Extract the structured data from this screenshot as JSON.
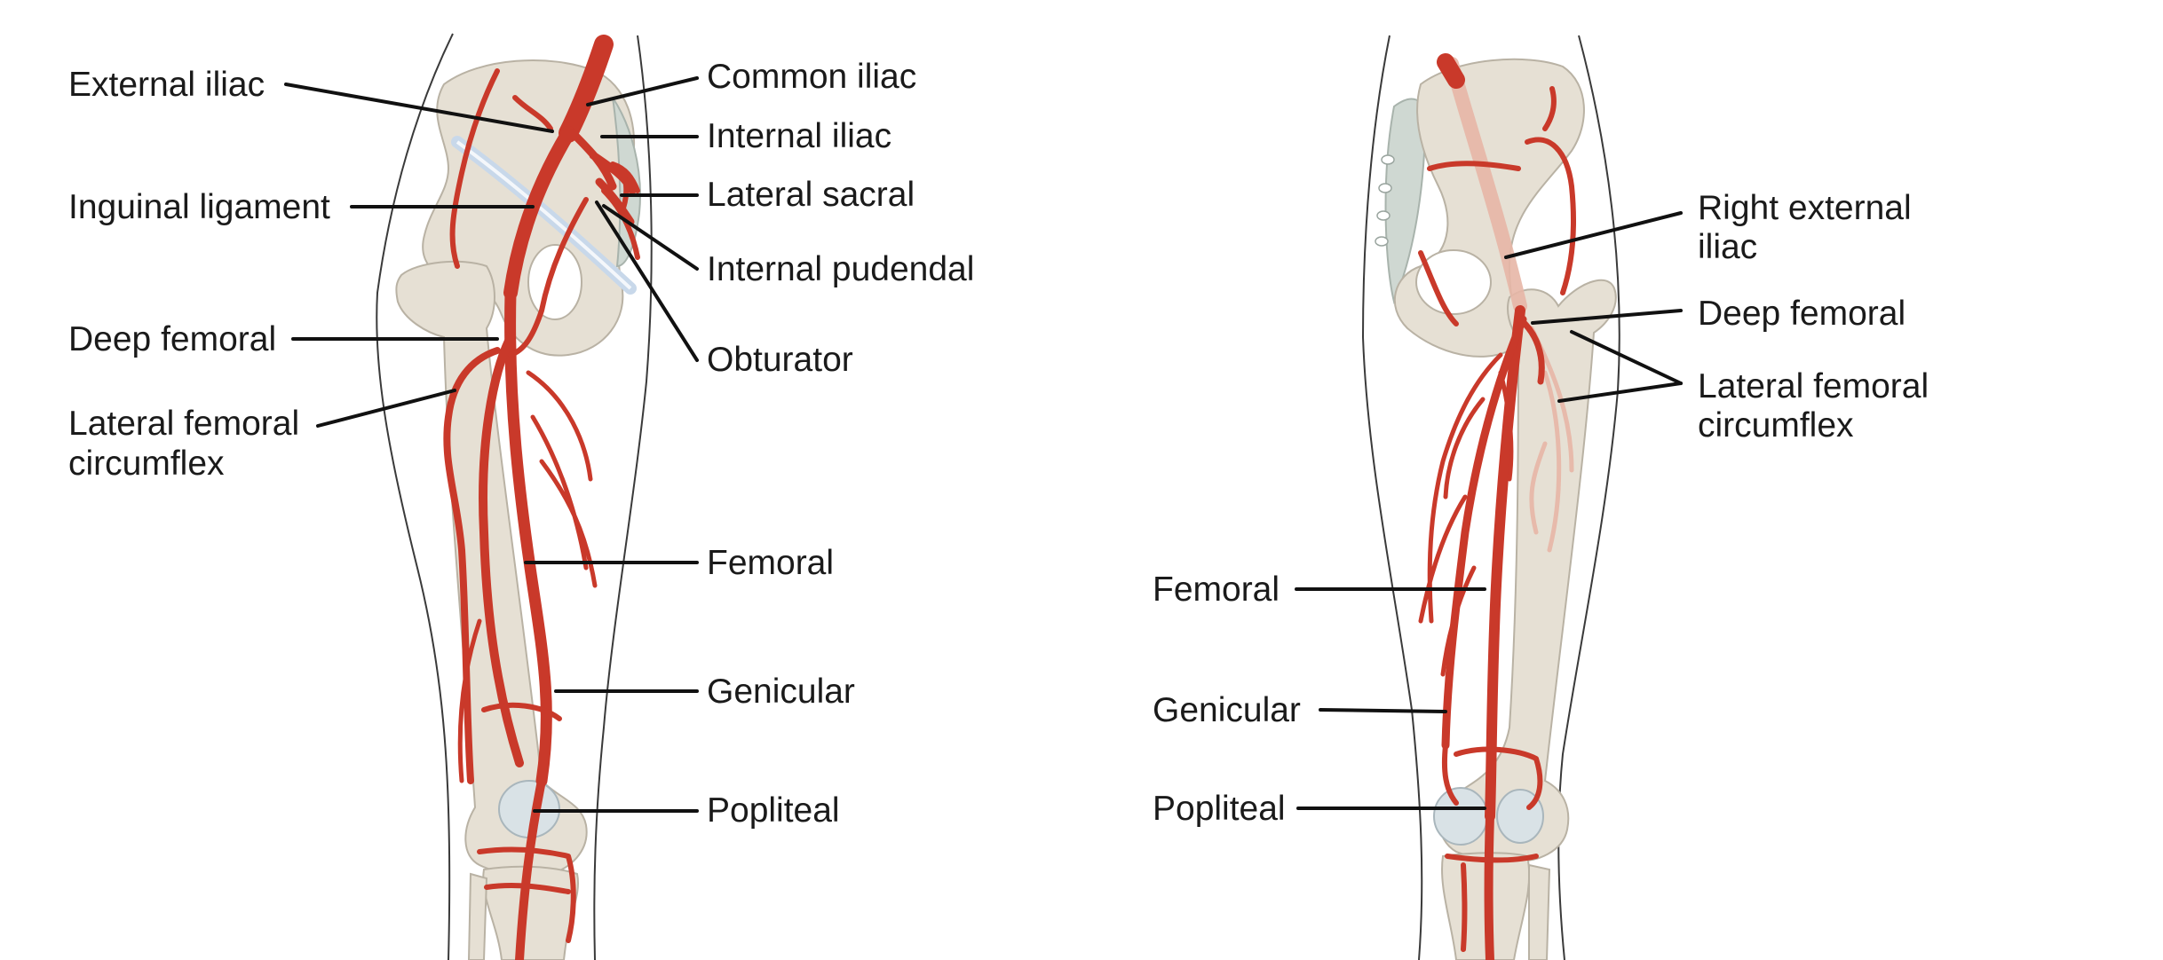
{
  "colors": {
    "artery": "#c9392a",
    "bone": "#e6e0d4",
    "ligament": "#c8d8ea",
    "leader": "#111111"
  },
  "left_figure": {
    "labels": {
      "external_iliac": "External iliac",
      "inguinal_ligament": "Inguinal ligament",
      "deep_femoral": "Deep femoral",
      "lateral_femoral_circumflex_1": "Lateral femoral",
      "lateral_femoral_circumflex_2": "circumflex",
      "common_iliac": "Common iliac",
      "internal_iliac": "Internal iliac",
      "lateral_sacral": "Lateral sacral",
      "internal_pudendal": "Internal pudendal",
      "obturator": "Obturator",
      "femoral": "Femoral",
      "genicular": "Genicular",
      "popliteal": "Popliteal"
    }
  },
  "right_figure": {
    "labels": {
      "right_external_iliac_1": "Right external",
      "right_external_iliac_2": "iliac",
      "deep_femoral": "Deep femoral",
      "lateral_femoral_circumflex_1": "Lateral femoral",
      "lateral_femoral_circumflex_2": "circumflex",
      "femoral": "Femoral",
      "genicular": "Genicular",
      "popliteal": "Popliteal"
    }
  }
}
